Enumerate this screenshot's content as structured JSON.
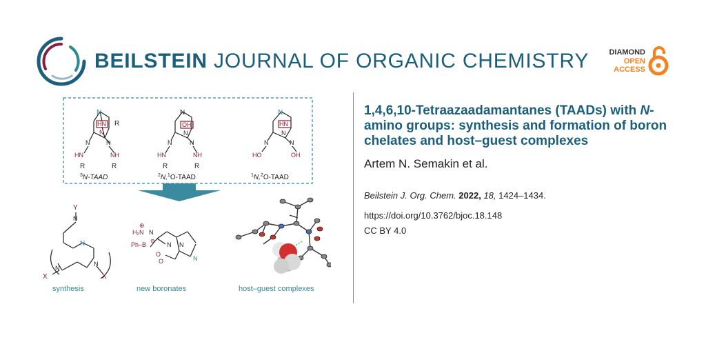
{
  "header": {
    "journal_bold": "BEILSTEIN",
    "journal_rest": "JOURNAL OF ORGANIC CHEMISTRY",
    "badge": {
      "line1": "DIAMOND",
      "line2": "OPEN",
      "line3": "ACCESS"
    }
  },
  "colors": {
    "brand": "#1b5f7c",
    "accent_orange": "#f58220",
    "teal": "#2e8a94",
    "maroon": "#8b1d2c"
  },
  "article": {
    "title": "1,4,6,10-Tetraazaadamantanes (TAADs) with N-amino groups: synthesis and formation of boron chelates and host–guest complexes",
    "authors": "Artem N. Semakin et al.",
    "citation_journal": "Beilstein J. Org. Chem.",
    "citation_year": "2022,",
    "citation_volume": "18,",
    "citation_pages": "1424–1434.",
    "doi": "https://doi.org/10.3762/bjoc.18.148",
    "license": "CC BY 4.0"
  },
  "graphic": {
    "structures": [
      {
        "label_sup": "3",
        "label_main": "N-TAAD"
      },
      {
        "label_sup": "2",
        "label_main": "N,",
        "label_sup2": "1",
        "label_end": "O-TAAD"
      },
      {
        "label_sup": "1",
        "label_main": "N,",
        "label_sup2": "2",
        "label_end": "O-TAAD"
      }
    ],
    "captions": [
      "synthesis",
      "new boronates",
      "host–guest complexes"
    ],
    "atoms": {
      "N": "N",
      "HN": "HN",
      "NH": "NH",
      "OH": "OH",
      "HO": "HO",
      "R": "R",
      "X": "X",
      "Y": "Y",
      "PhB": "Ph–B",
      "H2N": "H₂N",
      "O": "O",
      "plus": "⊕",
      "minus": "⊖"
    }
  }
}
